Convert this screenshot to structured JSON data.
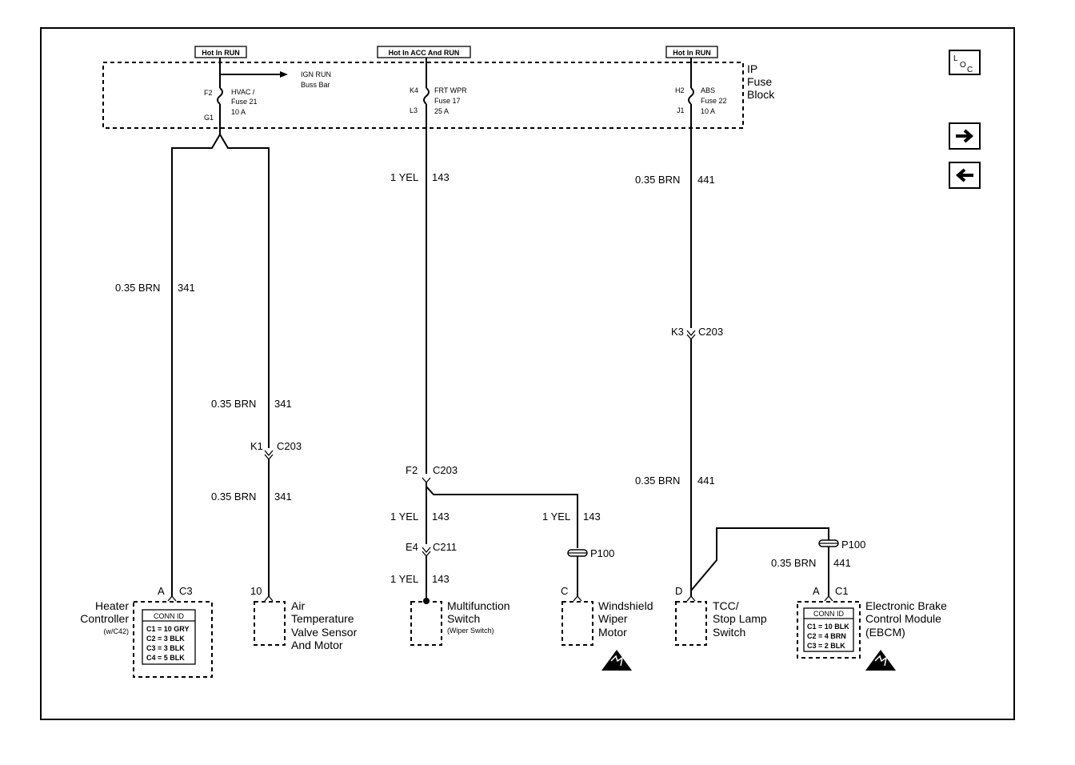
{
  "fuse_block": {
    "label": [
      "IP",
      "Fuse",
      "Block"
    ],
    "hot_labels": [
      "Hot In RUN",
      "Hot In ACC And RUN",
      "Hot In RUN"
    ],
    "fuses": [
      {
        "top_pin": "F2",
        "bottom_pin": "G1",
        "name": "HVAC /",
        "fuse": "Fuse 21",
        "amps": "10 A"
      },
      {
        "top_pin": "K4",
        "bottom_pin": "L3",
        "name": "FRT WPR",
        "fuse": "Fuse 17",
        "amps": "25 A"
      },
      {
        "top_pin": "H2",
        "bottom_pin": "J1",
        "name": "ABS",
        "fuse": "Fuse 22",
        "amps": "10 A"
      }
    ],
    "bus": [
      "IGN RUN",
      "Buss Bar"
    ]
  },
  "wires": {
    "brn341": {
      "size": "0.35 BRN",
      "circuit": "341"
    },
    "yel143": {
      "size": "1 YEL",
      "circuit": "143"
    },
    "brn441": {
      "size": "0.35 BRN",
      "circuit": "441"
    }
  },
  "connectors": {
    "k1_c203": {
      "pin": "K1",
      "name": "C203"
    },
    "f2_c203": {
      "pin": "F2",
      "name": "C203"
    },
    "e4_c211": {
      "pin": "E4",
      "name": "C211"
    },
    "k3_c203": {
      "pin": "K3",
      "name": "C203"
    },
    "p100_wiper": "P100",
    "p100_ebcm": "P100"
  },
  "components": {
    "heater": {
      "pin": "A",
      "conn": "C3",
      "name": [
        "Heater",
        "Controller"
      ],
      "note": "(w/C42)",
      "conn_id": "CONN ID",
      "conn_rows": [
        "C1 = 10 GRY",
        "C2 = 3 BLK",
        "C3 = 3 BLK",
        "C4 = 5 BLK"
      ]
    },
    "air_temp": {
      "pin": "10",
      "name": [
        "Air",
        "Temperature",
        "Valve Sensor",
        "And Motor"
      ]
    },
    "multifunction": {
      "name": [
        "Multifunction",
        "Switch"
      ],
      "note": "(Wiper Switch)"
    },
    "wiper_motor": {
      "pin": "C",
      "name": [
        "Windshield",
        "Wiper",
        "Motor"
      ]
    },
    "tcc": {
      "pin": "D",
      "name": [
        "TCC/",
        "Stop Lamp",
        "Switch"
      ]
    },
    "ebcm": {
      "pin": "A",
      "conn": "C1",
      "name": [
        "Electronic Brake",
        "Control Module",
        "(EBCM)"
      ],
      "conn_id": "CONN ID",
      "conn_rows": [
        "C1 = 10 BLK",
        "C2 = 4 BRN",
        "C3 = 2 BLK"
      ]
    }
  },
  "nav": {
    "loc_icon": "LOC",
    "next_icon": "arrow-right",
    "prev_icon": "arrow-left"
  }
}
